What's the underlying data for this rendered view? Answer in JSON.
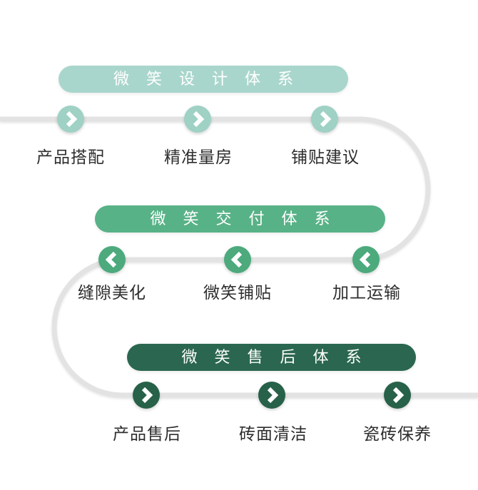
{
  "diagram": {
    "type": "flow-infographic",
    "flow_shape": "s-curve"
  },
  "colors": {
    "background": "#ffffff",
    "path": "#e3e3e3",
    "title_text": "#ffffff",
    "label_text": "#2d2d2d"
  },
  "sections": [
    {
      "name": "design-system",
      "title": "微笑设计体系",
      "pill_color": "#a9d6cc",
      "node_color": "#9fd1c5",
      "flow_direction": "right",
      "icon": "chevron-right-icon",
      "steps": [
        {
          "label": "产品搭配"
        },
        {
          "label": "精准量房"
        },
        {
          "label": "铺贴建议"
        }
      ]
    },
    {
      "name": "delivery-system",
      "title": "微笑交付体系",
      "pill_color": "#58b287",
      "node_color": "#4caa7d",
      "flow_direction": "left",
      "icon": "chevron-left-icon",
      "steps": [
        {
          "label": "缝隙美化"
        },
        {
          "label": "微笑铺贴"
        },
        {
          "label": "加工运输"
        }
      ]
    },
    {
      "name": "aftersales-system",
      "title": "微笑售后体系",
      "pill_color": "#2b6750",
      "node_color": "#276149",
      "flow_direction": "right",
      "icon": "chevron-right-icon",
      "steps": [
        {
          "label": "产品售后"
        },
        {
          "label": "砖面清洁"
        },
        {
          "label": "瓷砖保养"
        }
      ]
    }
  ]
}
